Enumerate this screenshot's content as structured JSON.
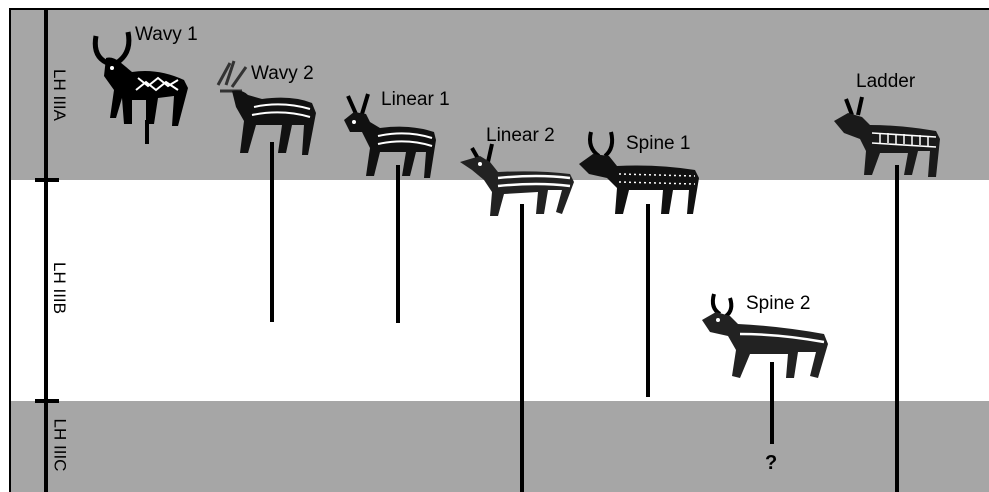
{
  "periods": {
    "lh_iiia": "LH IIIA",
    "lh_iiib": "LH IIIB",
    "lh_iiic": "LH IIIC"
  },
  "figurines": {
    "wavy_1": "Wavy 1",
    "wavy_2": "Wavy 2",
    "linear_1": "Linear 1",
    "linear_2": "Linear 2",
    "spine_1": "Spine 1",
    "spine_2": "Spine 2",
    "ladder": "Ladder"
  },
  "uncertain_marker": "?",
  "colors": {
    "period_band": "#a6a6a6",
    "background": "#ffffff",
    "ink": "#000000"
  }
}
